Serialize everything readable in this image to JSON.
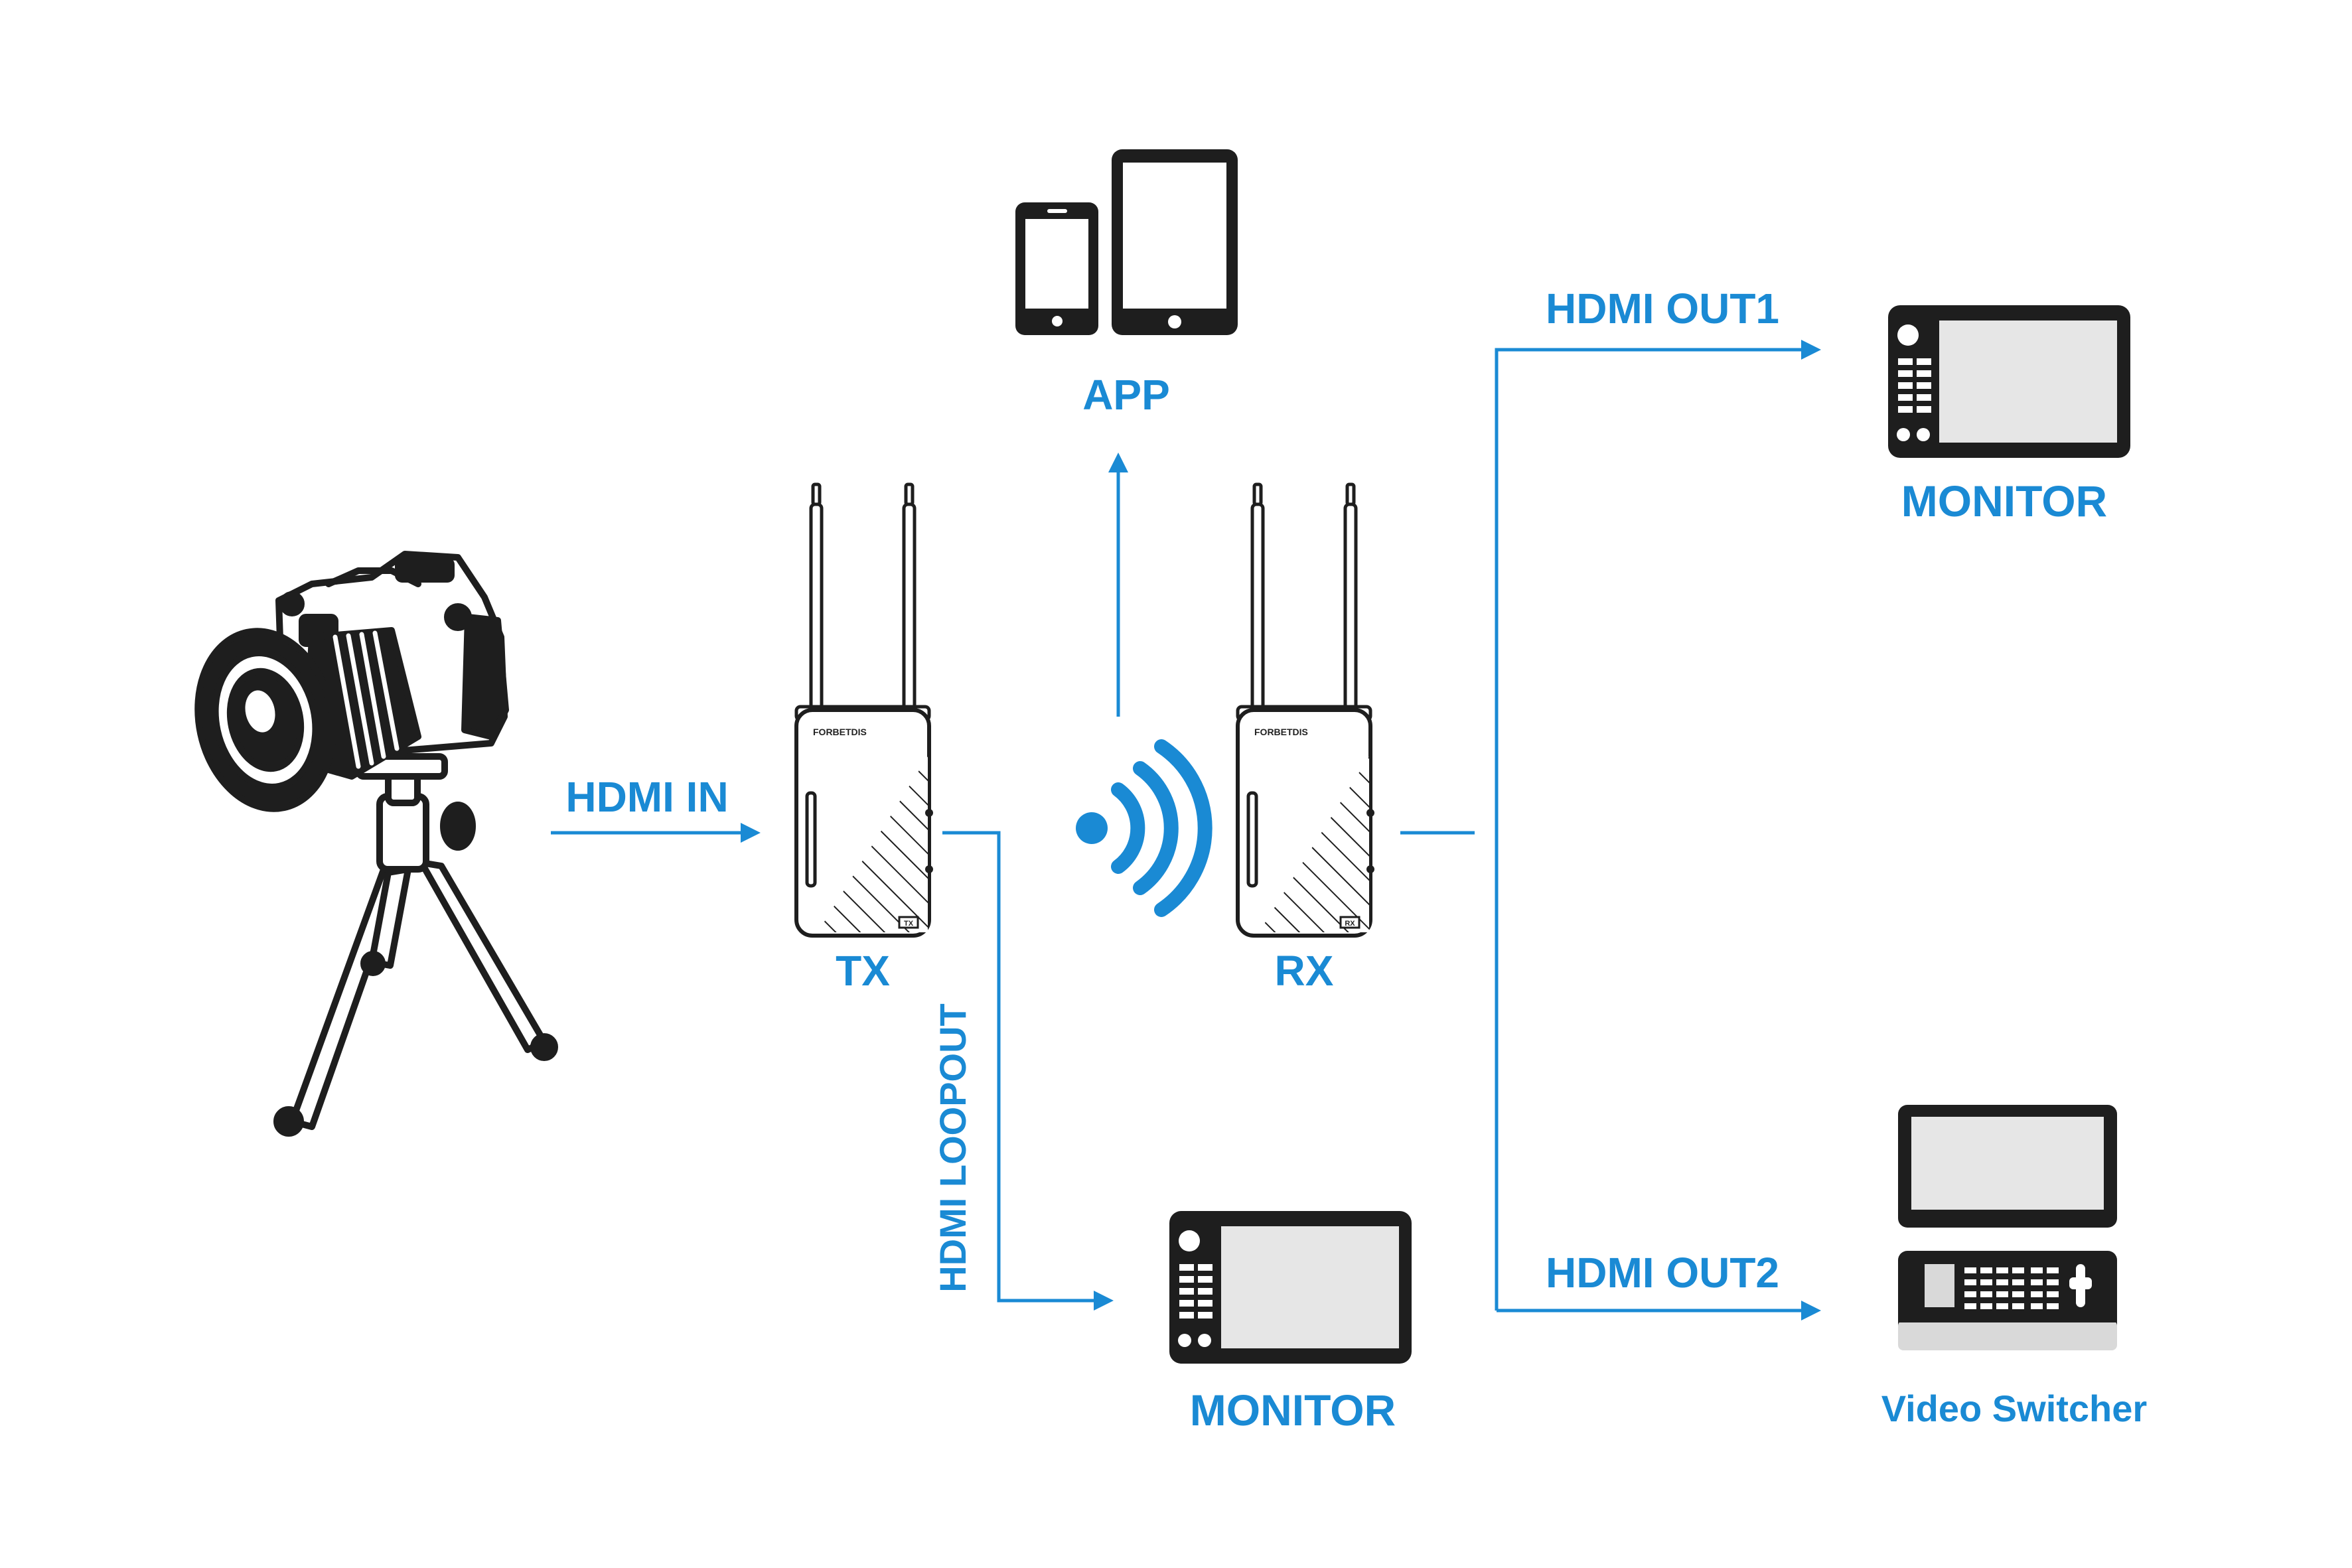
{
  "colors": {
    "accent": "#1a8ad4",
    "ink": "#1e1e1e",
    "screen": "#e6e6e6"
  },
  "labels": {
    "hdmi_in": "HDMI IN",
    "tx": "TX",
    "rx": "RX",
    "app": "APP",
    "hdmi_loopout": "HDMI LOOPOUT",
    "hdmi_out1": "HDMI OUT1",
    "hdmi_out2": "HDMI OUT2",
    "monitor_top": "MONITOR",
    "monitor_bottom": "MONITOR",
    "video_switcher": "Video Switcher"
  },
  "devices": {
    "tx": {
      "brand": "FORBETDIS",
      "tag": "TX"
    },
    "rx": {
      "brand": "FORBETDIS",
      "tag": "RX"
    }
  },
  "icons": {
    "camera": "camera-on-tripod-icon",
    "phone": "smartphone-icon",
    "tablet": "tablet-icon",
    "wireless": "wireless-signal-icon",
    "monitor": "field-monitor-icon",
    "switcher": "video-switcher-icon"
  }
}
